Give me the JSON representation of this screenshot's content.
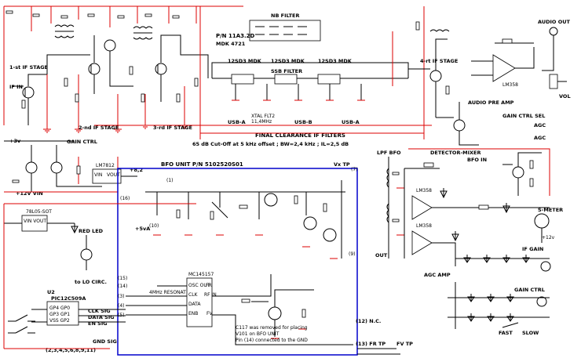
{
  "stages": {
    "if1": "1-st IF STAGE",
    "if2": "2-nd IF STAGE",
    "if3": "3-rd IF STAGE",
    "if4": "4-rt IF STAGE",
    "gain_ctrl": "GAIN CTRL",
    "audio_pre_amp": "AUDIO PRE AMP",
    "detector": "DETECTOR-MIXER",
    "bfo_in": "BFO IN",
    "agc_amp": "AGC AMP",
    "gain_ctrl_sel": "GAIN CTRL SEL"
  },
  "filters": {
    "nb_filter": "NB FILTER",
    "pn_title": "P/N 11A3.2D",
    "pn_sub": "MDK 4721",
    "f1": "12SD3 MDK",
    "f2": "12SD3 MDK",
    "f3": "12SD3 MDK",
    "ssb": "SSB FILTER",
    "usb_a": "USB-A",
    "usb_b": "USB-B",
    "usb_a2": "USB-A",
    "final_title": "FINAL CLEARANCE IF FILTERS",
    "final_spec": "65 dB Cut-Off at 5 kHz offset ;  BW=2,4 kHz ;  IL=2,5 dB",
    "xtal": "XTAL FLT2",
    "xtal_freq": "11,4MHz"
  },
  "inputs": {
    "if_in": "IF IN",
    "vcc3": "+3v",
    "vcc12": "+12V VIN",
    "vcc8": "+8,2",
    "vcc5": "+5vA",
    "audio_out": "AUDIO OUT",
    "vol": "VOL",
    "agc": "AGC",
    "agc2": "AGC",
    "lpf_bfo": "LPF BFO",
    "out": "OUT",
    "smeter": "S-METER",
    "if_gain": "IF GAIN",
    "gain_ctrl_lbl": "GAIN CTRL",
    "fast": "FAST",
    "slow": "SLOW",
    "vcc12b": "+12v"
  },
  "bfo": {
    "title": "BFO UNIT P/N 5102520S01",
    "vx_tp": "Vx TP",
    "resonator": "4MHz RESONAT",
    "pll": "MC145157",
    "note1": "C117 was removed for placing",
    "note2": "V101 on BFO UNIT",
    "note3": "Pin (14) connected to the GND",
    "nc": "(12) N.C.",
    "fr_tp": "(13) FR TP",
    "fv_tp": "FV TP",
    "pin16": "(16)",
    "pin1": "(1)",
    "pin10": "(10)",
    "pin15": "(15)",
    "pin14": "(14)",
    "pin3": "(3)",
    "pin4": "(4)",
    "pin5": "(5)",
    "pin7": "(7)",
    "pin9": "(9)",
    "gnd_sig": "GND SIG",
    "gnd_pins": "(2,3,4,5,6,8,9,11)"
  },
  "mcu": {
    "name": "PIC12C509A",
    "u2": "U2",
    "clk": "CLK SIG",
    "data": "DATA SIG",
    "en": "EN SIG",
    "to_lo": "to LO CIRC.",
    "reg": "78L05-SOT",
    "led": "RED LED",
    "u5": "LM7812",
    "vin": "VIN",
    "vout": "VOUT"
  },
  "ics": {
    "u19": "LM358",
    "u1a": "LM358",
    "u6": "LM358"
  }
}
